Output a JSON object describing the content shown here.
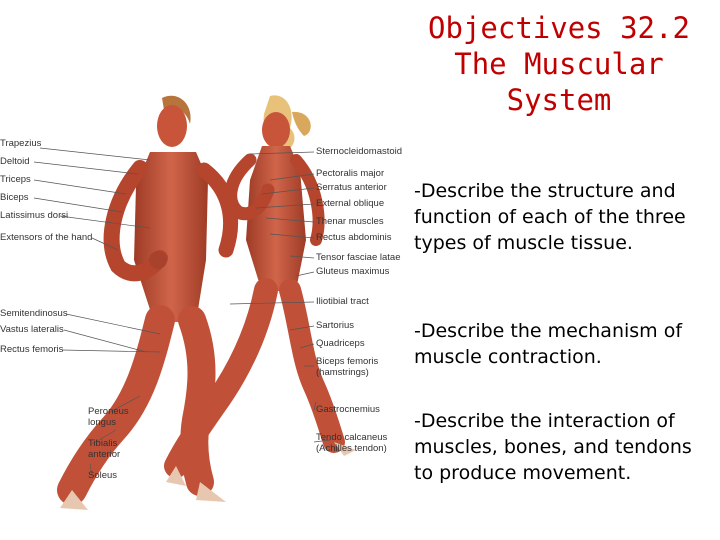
{
  "title": {
    "line1": "Objectives 32.2",
    "line2": "The Muscular",
    "line3": "System"
  },
  "objectives": [
    "-Describe the structure and function of each of the three types of muscle tissue.",
    "-Describe the mechanism of muscle contraction.",
    "-Describe the interaction of muscles, bones, and tendons to produce movement."
  ],
  "figure": {
    "left_labels": [
      "Trapezius",
      "Deltoid",
      "Triceps",
      "Biceps",
      "Latissimus dorsi",
      "Extensors of the hand",
      "Semitendinosus",
      "Vastus lateralis",
      "Rectus femoris",
      "Peroneus longus",
      "Tibialis anterior",
      "Soleus"
    ],
    "right_labels": [
      "Sternocleidomastoid",
      "Pectoralis major",
      "Serratus anterior",
      "External oblique",
      "Thenar muscles",
      "Rectus abdominis",
      "Tensor fasciae latae",
      "Gluteus maximus",
      "Iliotibial tract",
      "Sartorius",
      "Quadriceps",
      "Biceps femoris (hamstrings)",
      "Gastrocnemius",
      "Tendo calcaneus (Achilles tendon)"
    ]
  },
  "colors": {
    "title": "#c00000",
    "muscle_main": "#c8553a",
    "muscle_dark": "#9e3b26",
    "tendon": "#e8c7b0",
    "hair_light": "#e8c27a",
    "hair_dark": "#b7743c"
  }
}
